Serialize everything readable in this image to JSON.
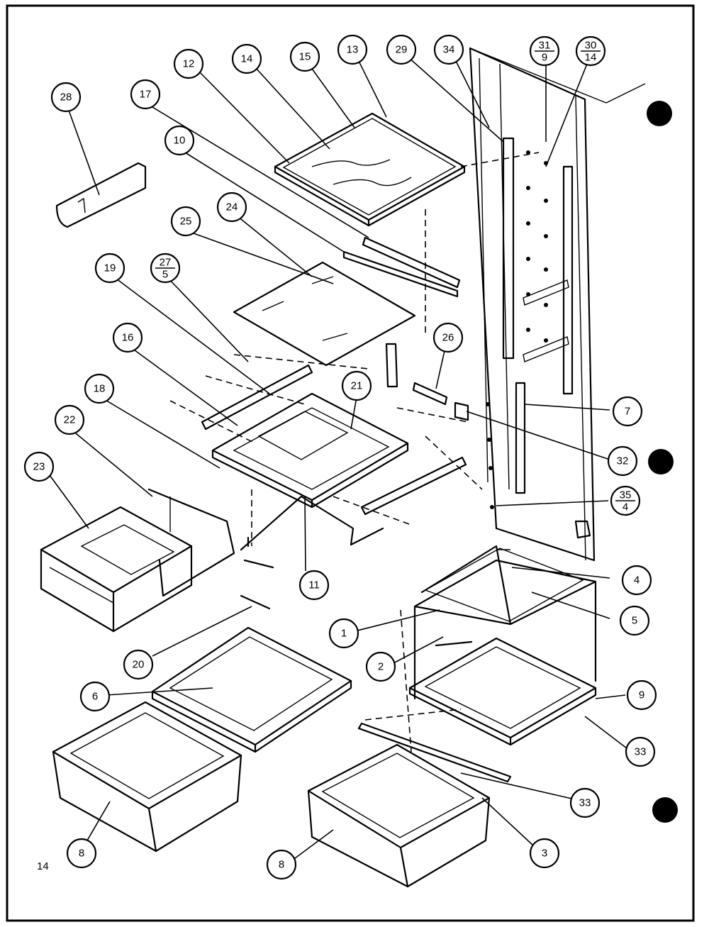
{
  "page_number": "14",
  "callouts": [
    {
      "id": "28",
      "sub": ""
    },
    {
      "id": "17",
      "sub": ""
    },
    {
      "id": "12",
      "sub": ""
    },
    {
      "id": "14",
      "sub": ""
    },
    {
      "id": "15",
      "sub": ""
    },
    {
      "id": "13",
      "sub": ""
    },
    {
      "id": "29",
      "sub": ""
    },
    {
      "id": "34",
      "sub": ""
    },
    {
      "id": "31",
      "sub": "9"
    },
    {
      "id": "30",
      "sub": "14"
    },
    {
      "id": "10",
      "sub": ""
    },
    {
      "id": "25",
      "sub": ""
    },
    {
      "id": "24",
      "sub": ""
    },
    {
      "id": "19",
      "sub": ""
    },
    {
      "id": "27",
      "sub": "5"
    },
    {
      "id": "16",
      "sub": ""
    },
    {
      "id": "26",
      "sub": ""
    },
    {
      "id": "21",
      "sub": ""
    },
    {
      "id": "18",
      "sub": ""
    },
    {
      "id": "22",
      "sub": ""
    },
    {
      "id": "7",
      "sub": ""
    },
    {
      "id": "32",
      "sub": ""
    },
    {
      "id": "23",
      "sub": ""
    },
    {
      "id": "35",
      "sub": "4"
    },
    {
      "id": "4",
      "sub": ""
    },
    {
      "id": "11",
      "sub": ""
    },
    {
      "id": "5",
      "sub": ""
    },
    {
      "id": "1",
      "sub": ""
    },
    {
      "id": "20",
      "sub": ""
    },
    {
      "id": "2",
      "sub": ""
    },
    {
      "id": "9",
      "sub": ""
    },
    {
      "id": "6",
      "sub": ""
    },
    {
      "id": "33",
      "sub": ""
    },
    {
      "id": "33",
      "sub": ""
    },
    {
      "id": "8",
      "sub": ""
    },
    {
      "id": "3",
      "sub": ""
    },
    {
      "id": "8",
      "sub": ""
    }
  ]
}
